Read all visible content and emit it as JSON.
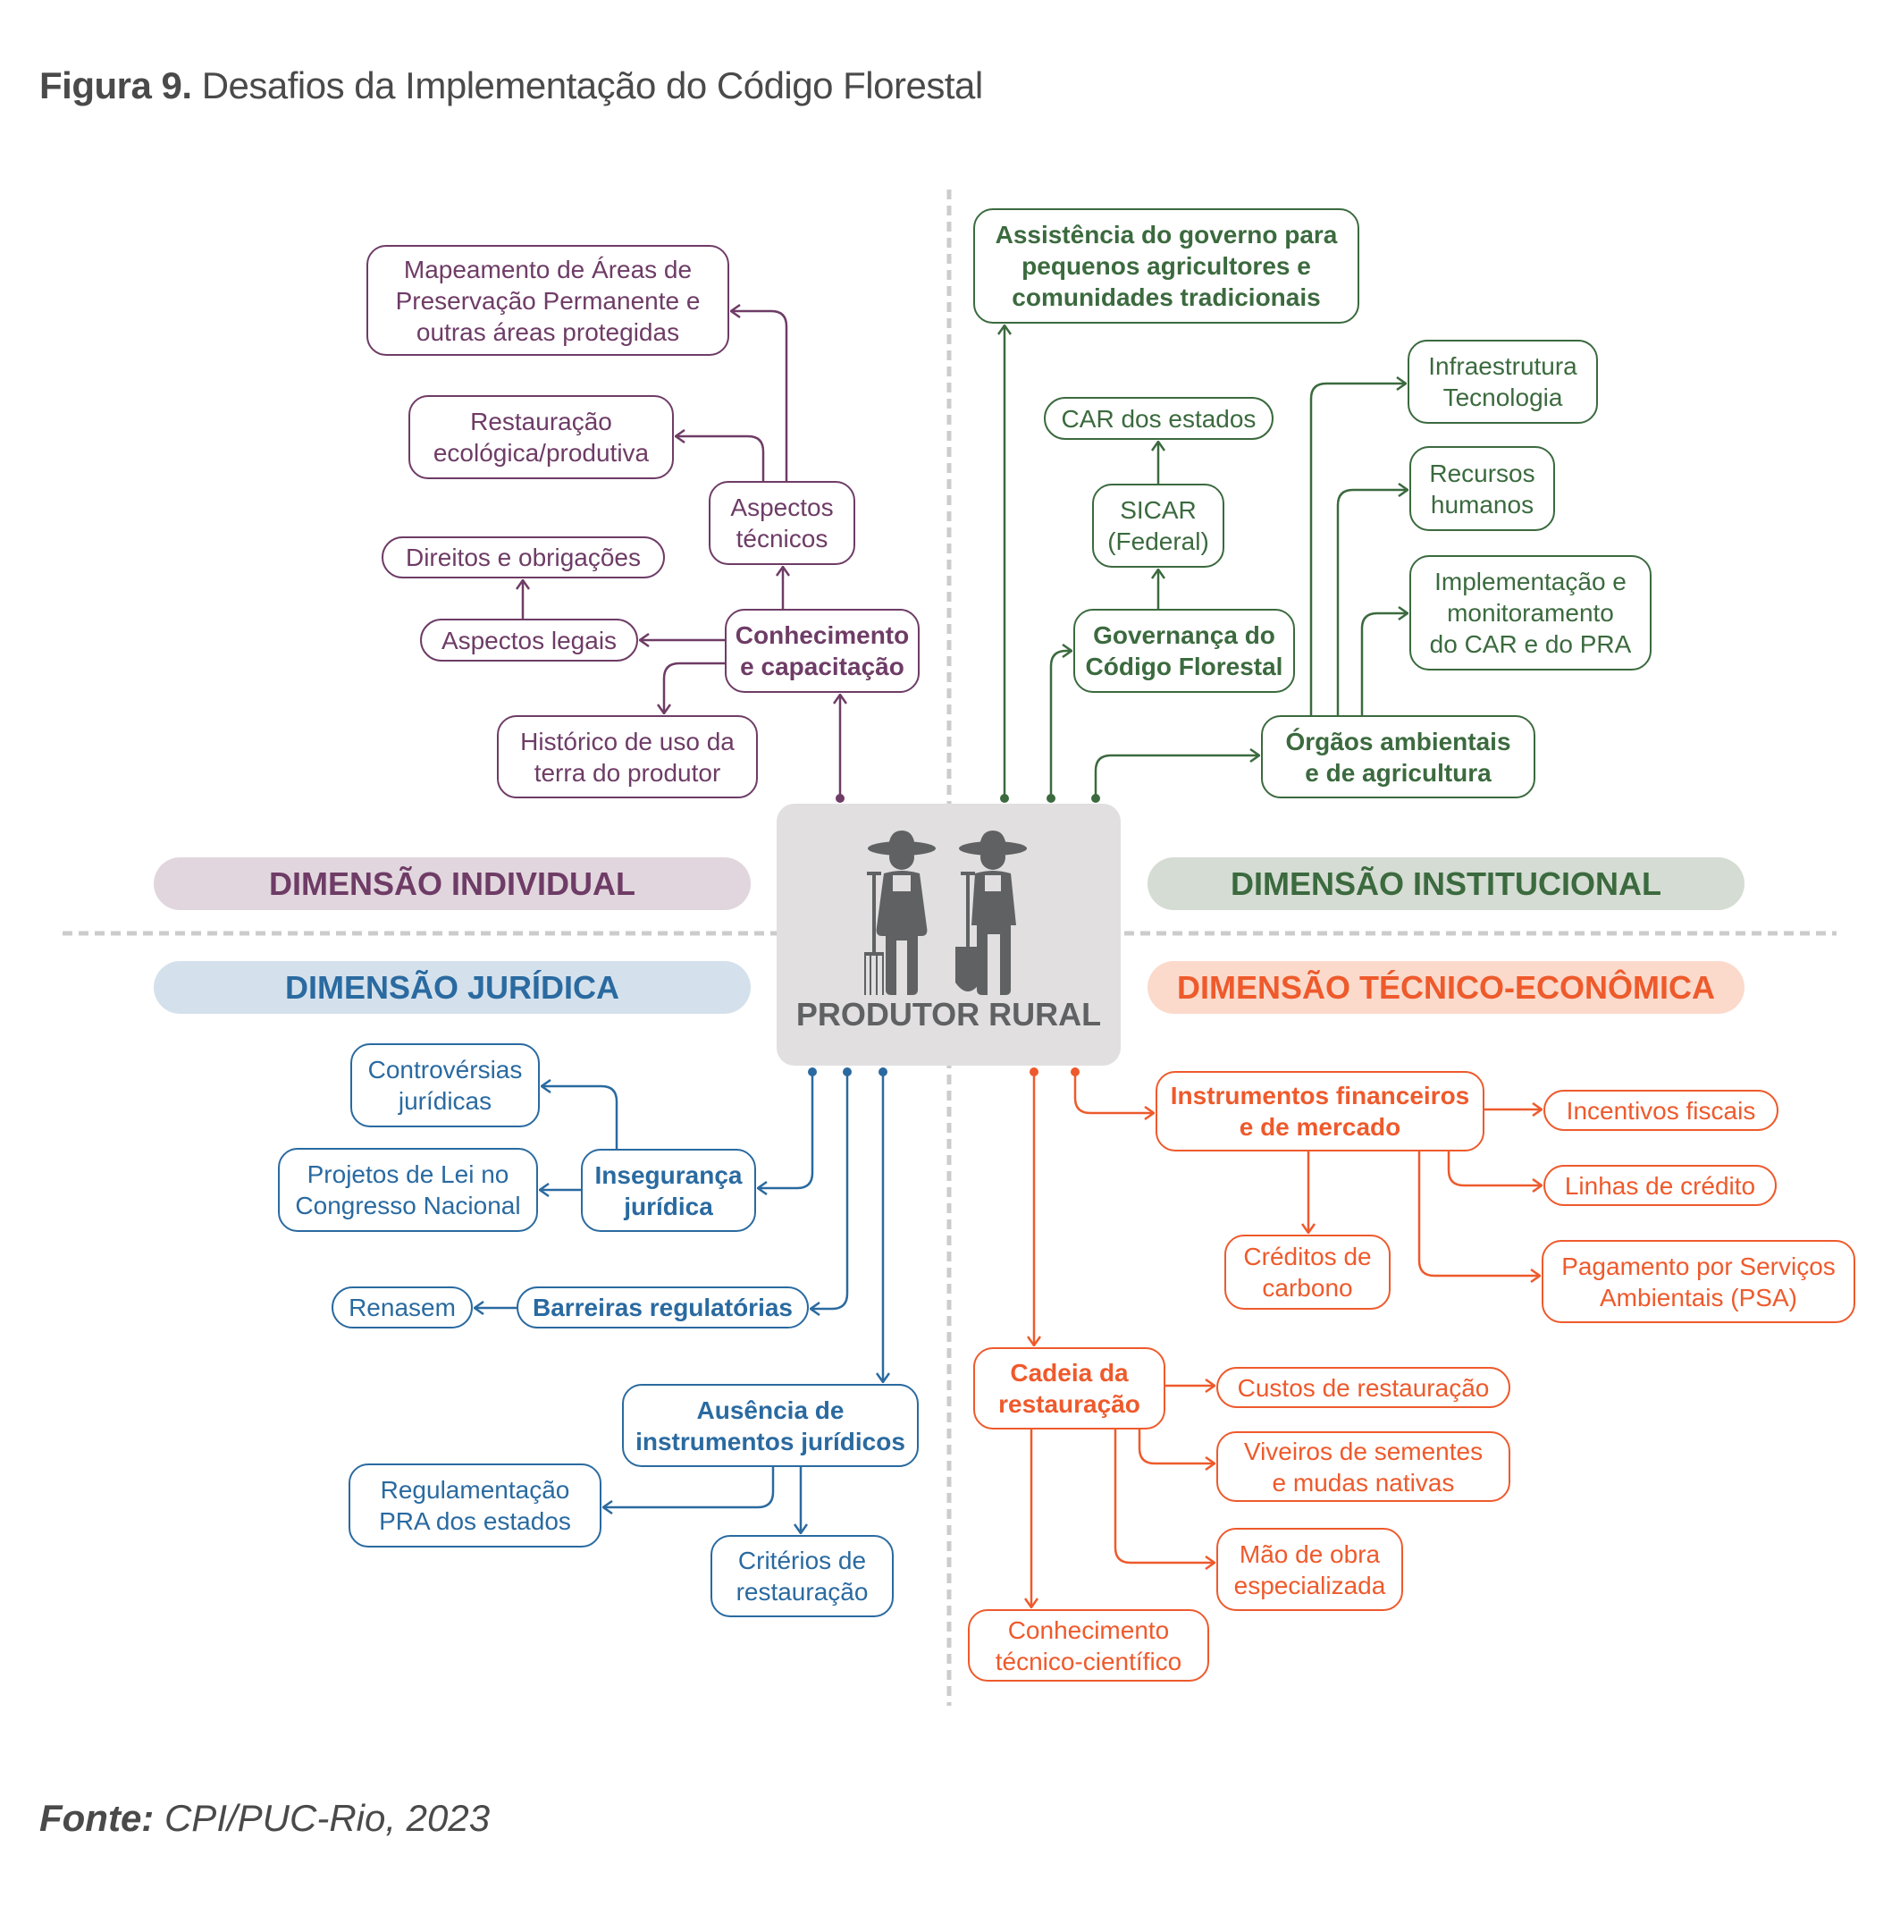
{
  "figure": {
    "label": "Figura 9.",
    "title": "Desafios da Implementação do Código Florestal"
  },
  "source": {
    "label": "Fonte:",
    "text": "CPI/PUC-Rio, 2023"
  },
  "colors": {
    "individual": "#6e3c66",
    "institucional": "#3b6a3e",
    "juridica": "#2a6aa0",
    "tecnico_economica": "#ee5a2c",
    "center_bg": "#e1dfe0",
    "divider": "#cccccc"
  },
  "center": {
    "label": "PRODUTOR RURAL",
    "icon": "farmers-icon"
  },
  "dimensions": {
    "individual": "DIMENSÃO INDIVIDUAL",
    "institucional": "DIMENSÃO INSTITUCIONAL",
    "juridica": "DIMENSÃO JURÍDICA",
    "tecnico_economica": "DIMENSÃO TÉCNICO-ECONÔMICA"
  },
  "individual": {
    "conhecimento": "Conhecimento\ne capacitação",
    "aspectos_tecnicos": "Aspectos\ntécnicos",
    "mapeamento": "Mapeamento de Áreas de\nPreservação Permanente e\noutras áreas protegidas",
    "restauracao": "Restauração\necológica/produtiva",
    "aspectos_legais": "Aspectos legais",
    "direitos": "Direitos e obrigações",
    "historico": "Histórico de uso da\nterra do produtor"
  },
  "institucional": {
    "assistencia": "Assistência do governo para\npequenos agricultores e\ncomunidades tradicionais",
    "governanca": "Governança do\nCódigo Florestal",
    "sicar": "SICAR\n(Federal)",
    "car_estados": "CAR dos estados",
    "orgaos": "Órgãos ambientais\ne de agricultura",
    "infraestrutura": "Infraestrutura\nTecnologia",
    "recursos": "Recursos\nhumanos",
    "implementacao": "Implementação e\nmonitoramento\ndo CAR e do PRA"
  },
  "juridica": {
    "inseguranca": "Insegurança\njurídica",
    "controversias": "Controvérsias\njurídicas",
    "projetos": "Projetos de Lei no\nCongresso Nacional",
    "barreiras": "Barreiras regulatórias",
    "renasem": "Renasem",
    "ausencia": "Ausência de\ninstrumentos jurídicos",
    "regulamentacao": "Regulamentação\nPRA dos estados",
    "criterios": "Critérios de\nrestauração"
  },
  "tecnico_economica": {
    "instrumentos": "Instrumentos financeiros\ne de mercado",
    "incentivos": "Incentivos fiscais",
    "linhas": "Linhas de crédito",
    "creditos_carbono": "Créditos de\ncarbono",
    "psa": "Pagamento por Serviços\nAmbientais (PSA)",
    "cadeia": "Cadeia da\nrestauração",
    "custos": "Custos de restauração",
    "viveiros": "Viveiros de sementes\ne mudas nativas",
    "mao_obra": "Mão de obra\nespecializada",
    "conhecimento_tecnico": "Conhecimento\ntécnico-científico"
  }
}
